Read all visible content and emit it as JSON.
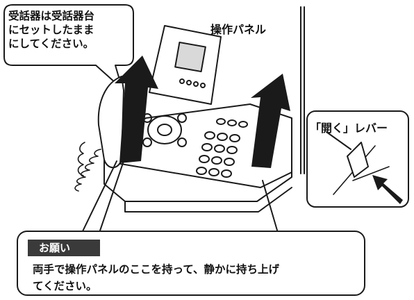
{
  "receiver_bubble": {
    "lines": [
      "受話器は受話器台",
      "にセットしたまま",
      "にしてください。"
    ]
  },
  "labels": {
    "operation_panel": "操作パネル",
    "open_lever": "「開く」レバー"
  },
  "note": {
    "title": "お願い",
    "lines": [
      "両手で操作パネルのここを持って、静かに持ち上げ",
      "てください。"
    ]
  },
  "colors": {
    "outline": "#1a1a1a",
    "arrow_fill": "#1a1a1a",
    "title_bg": "#3a3a3a",
    "screen_fill": "#d9d9d9"
  }
}
